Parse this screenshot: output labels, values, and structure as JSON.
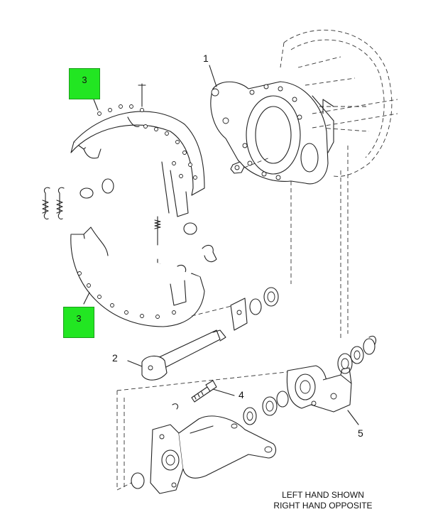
{
  "callouts": {
    "brake_shoe_upper": "3",
    "brake_shoe_lower": "3",
    "spider": "1",
    "camshaft": "2",
    "bolt": "4",
    "slack_adjuster": "5"
  },
  "note": {
    "line1": "LEFT HAND SHOWN",
    "line2": "RIGHT HAND OPPOSITE"
  },
  "colors": {
    "callout_fill": "#22e622",
    "line": "#222222"
  }
}
